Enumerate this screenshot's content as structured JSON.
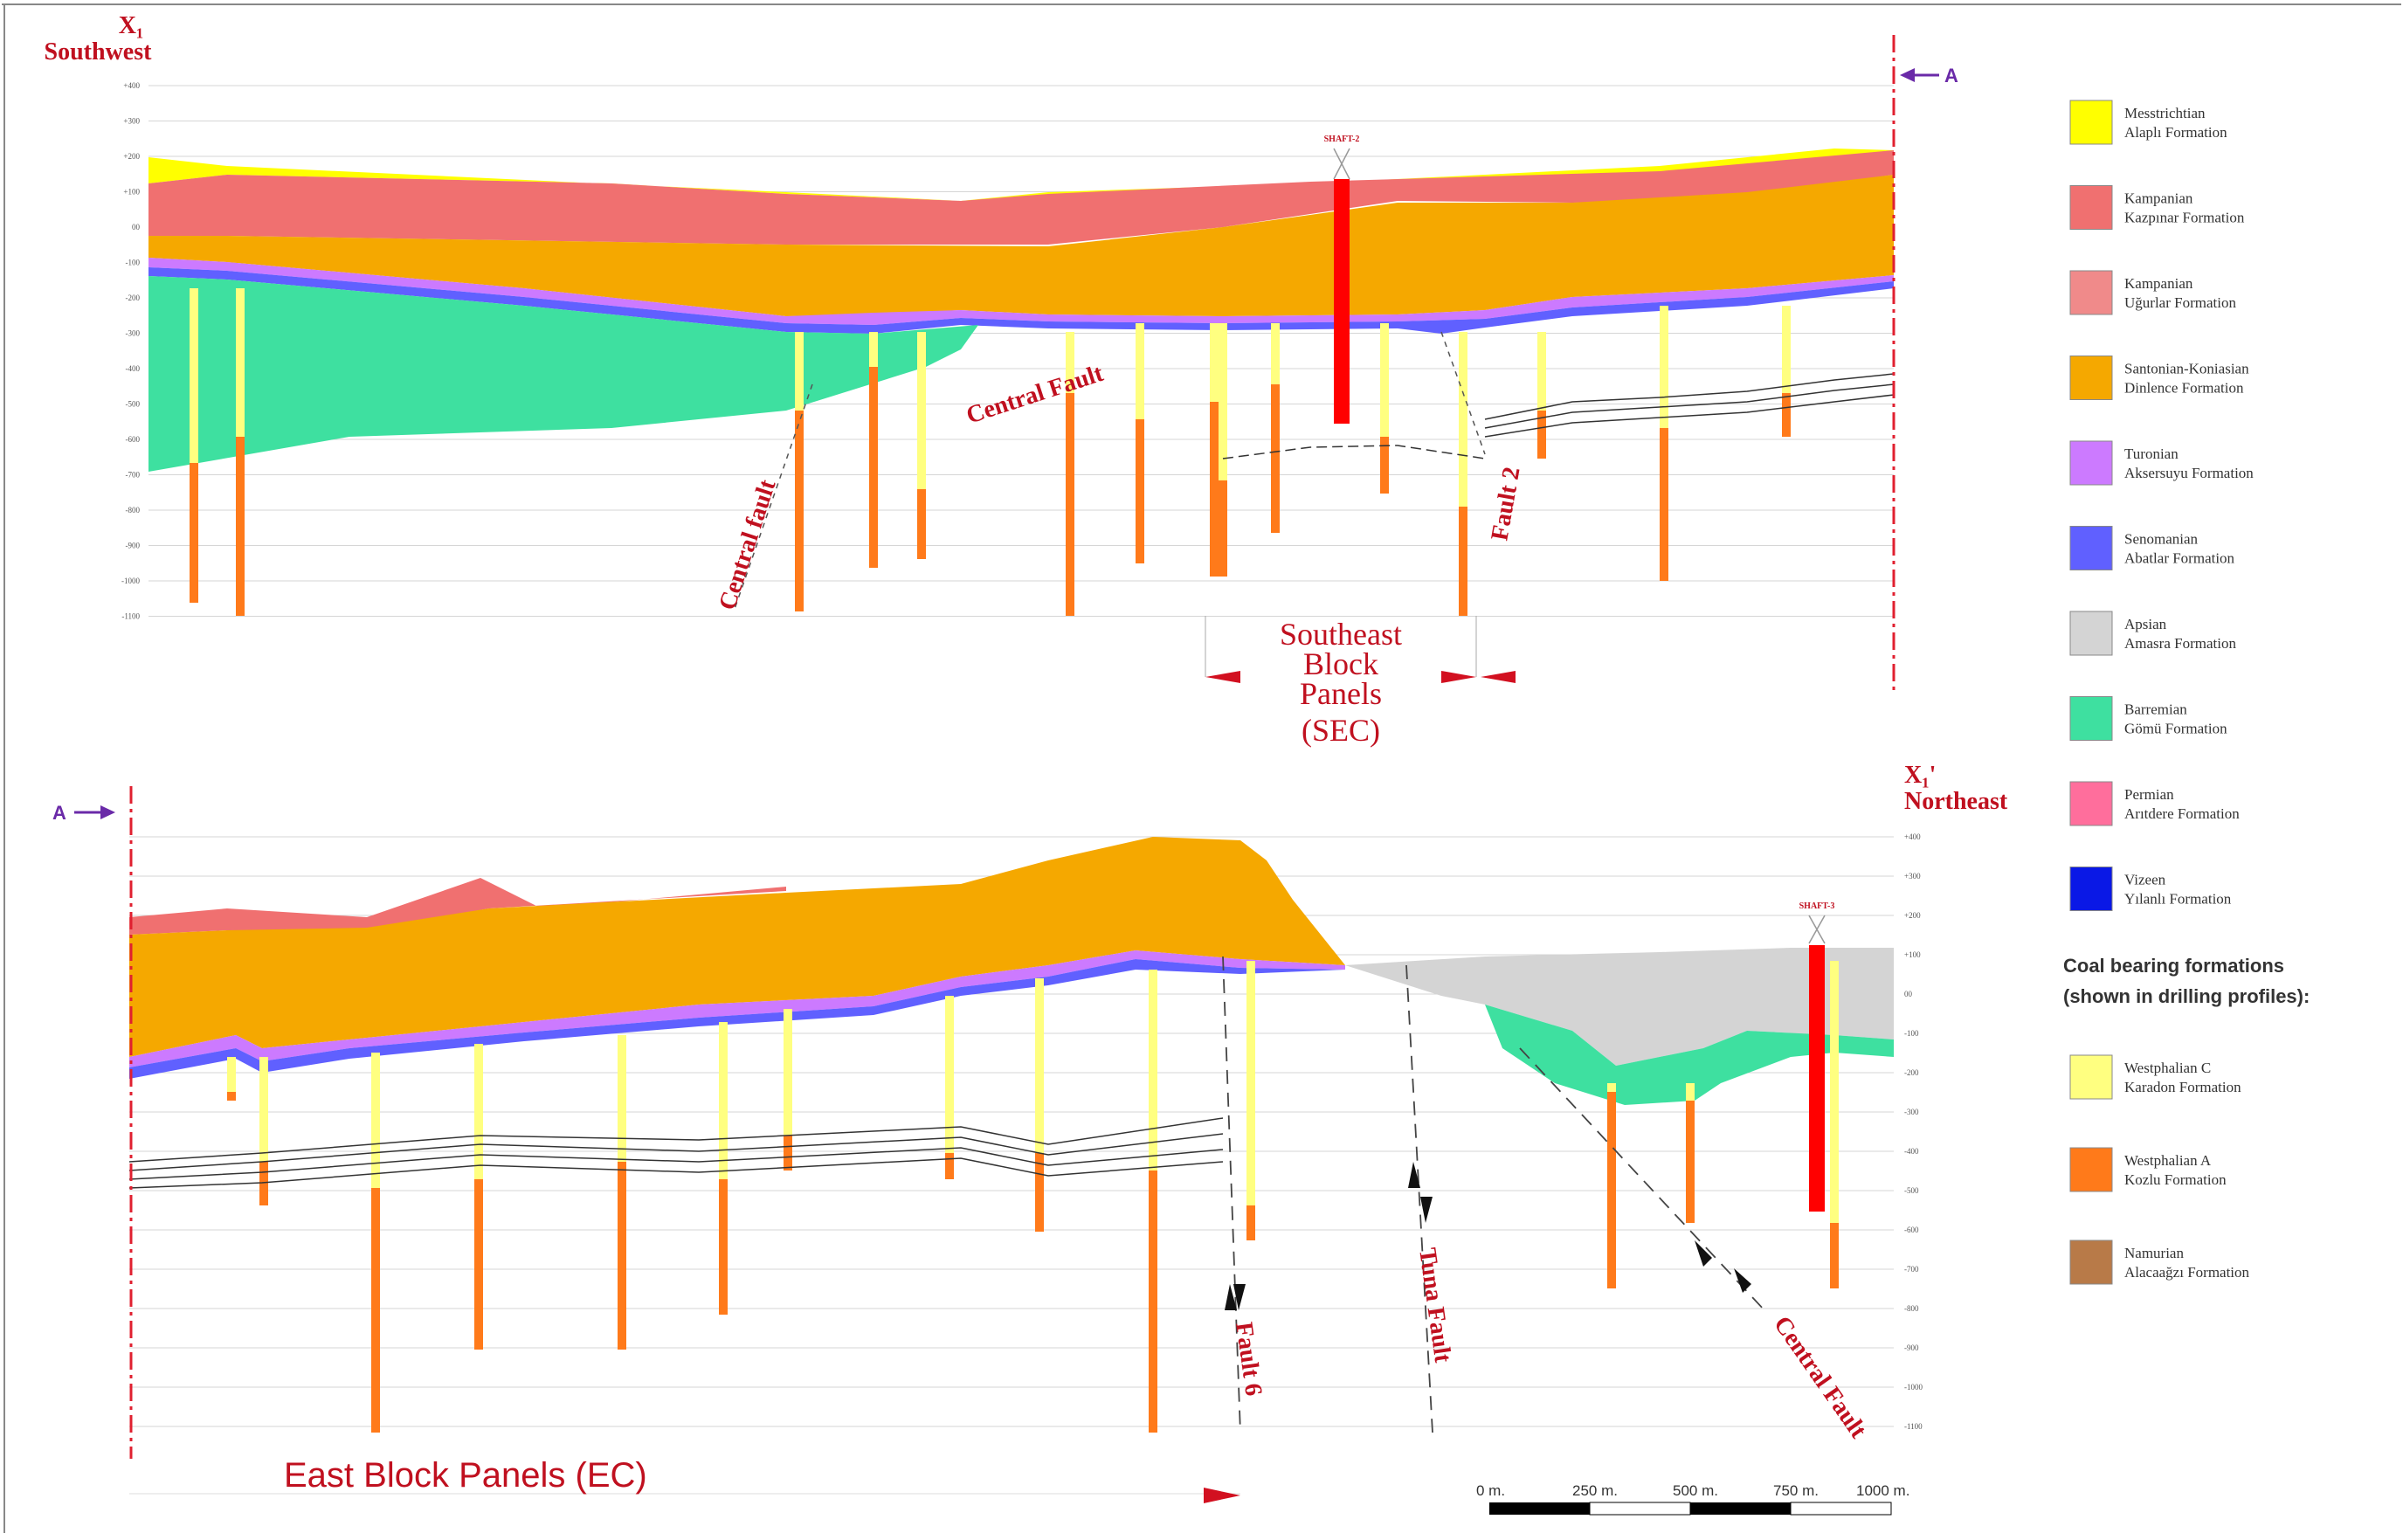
{
  "top_section": {
    "corner_top": "X₁",
    "corner_bottom": "Southwest",
    "ticks": [
      "+400",
      "+300",
      "+200",
      "+100",
      "00",
      "-100",
      "-200",
      "-300",
      "-400",
      "-500",
      "-600",
      "-700",
      "-800",
      "-900",
      "-1000",
      "-1100"
    ],
    "shaft_label": "SHAFT-2",
    "fault_central_top": "Central Fault",
    "fault_central_diag": "Central fault",
    "fault_2": "Fault 2",
    "panel_line1": "Southeast",
    "panel_line2": "Block",
    "panel_line3": "Panels",
    "panel_line4": "(SEC)"
  },
  "bottom_section": {
    "corner_top": "X₁'",
    "corner_bottom": "Northeast",
    "ticks": [
      "+400",
      "+300",
      "+200",
      "+100",
      "00",
      "-100",
      "-200",
      "-300",
      "-400",
      "-500",
      "-600",
      "-700",
      "-800",
      "-900",
      "-1000",
      "-1100"
    ],
    "shaft_label": "SHAFT-3",
    "fault_6": "Fault 6",
    "fault_tuna": "Tuna Fault",
    "fault_central": "Central Fault",
    "panel_label": "East Block Panels (EC)"
  },
  "markers": {
    "a_top": "A",
    "a_bottom": "A"
  },
  "scale_bar": {
    "labels": [
      "0 m.",
      "250 m.",
      "500 m.",
      "750 m.",
      "1000 m."
    ]
  },
  "legend": {
    "items": [
      {
        "line1": "Messtrichtian",
        "line2": "Alaplı Formation",
        "color": "#ffff00"
      },
      {
        "line1": "Kampanian",
        "line2": "Kazpınar Formation",
        "color": "#f07070"
      },
      {
        "line1": "Kampanian",
        "line2": "Uğurlar Formation",
        "color": "#f08a8a"
      },
      {
        "line1": "Santonian-Koniasian",
        "line2": "Dinlence Formation",
        "color": "#f5a800"
      },
      {
        "line1": "Turonian",
        "line2": "Aksersuyu Formation",
        "color": "#cc7aff"
      },
      {
        "line1": "Senomanian",
        "line2": "Abatlar Formation",
        "color": "#6060ff"
      },
      {
        "line1": "Apsian",
        "line2": "Amasra Formation",
        "color": "#d4d4d4"
      },
      {
        "line1": "Barremian",
        "line2": "Gömü Formation",
        "color": "#3ee0a0"
      },
      {
        "line1": "Permian",
        "line2": "Arıtdere Formation",
        "color": "#ff6e9c"
      },
      {
        "line1": "Vizeen",
        "line2": "Yılanlı Formation",
        "color": "#0a18e6"
      }
    ],
    "coal_heading_1": "Coal bearing formations",
    "coal_heading_2": "(shown in drilling profiles):",
    "coal_items": [
      {
        "line1": "Westphalian C",
        "line2": "Karadon Formation",
        "color": "#ffff80"
      },
      {
        "line1": "Westphalian A",
        "line2": "Kozlu Formation",
        "color": "#ff7a1a"
      },
      {
        "line1": "Namurian",
        "line2": "Alacaağzı Formation",
        "color": "#b87a48"
      }
    ]
  },
  "colors": {
    "maastrichtian": "#ffff00",
    "kazpinar": "#f07070",
    "dinlence": "#f5a800",
    "turonian": "#cc7aff",
    "senomanian": "#6060ff",
    "amasra": "#d4d4d4",
    "gomu": "#3ee0a0",
    "westphalian_c": "#ffff80",
    "westphalian_a": "#ff7a1a",
    "shaft": "#ff0000",
    "red": "#c0101f"
  }
}
